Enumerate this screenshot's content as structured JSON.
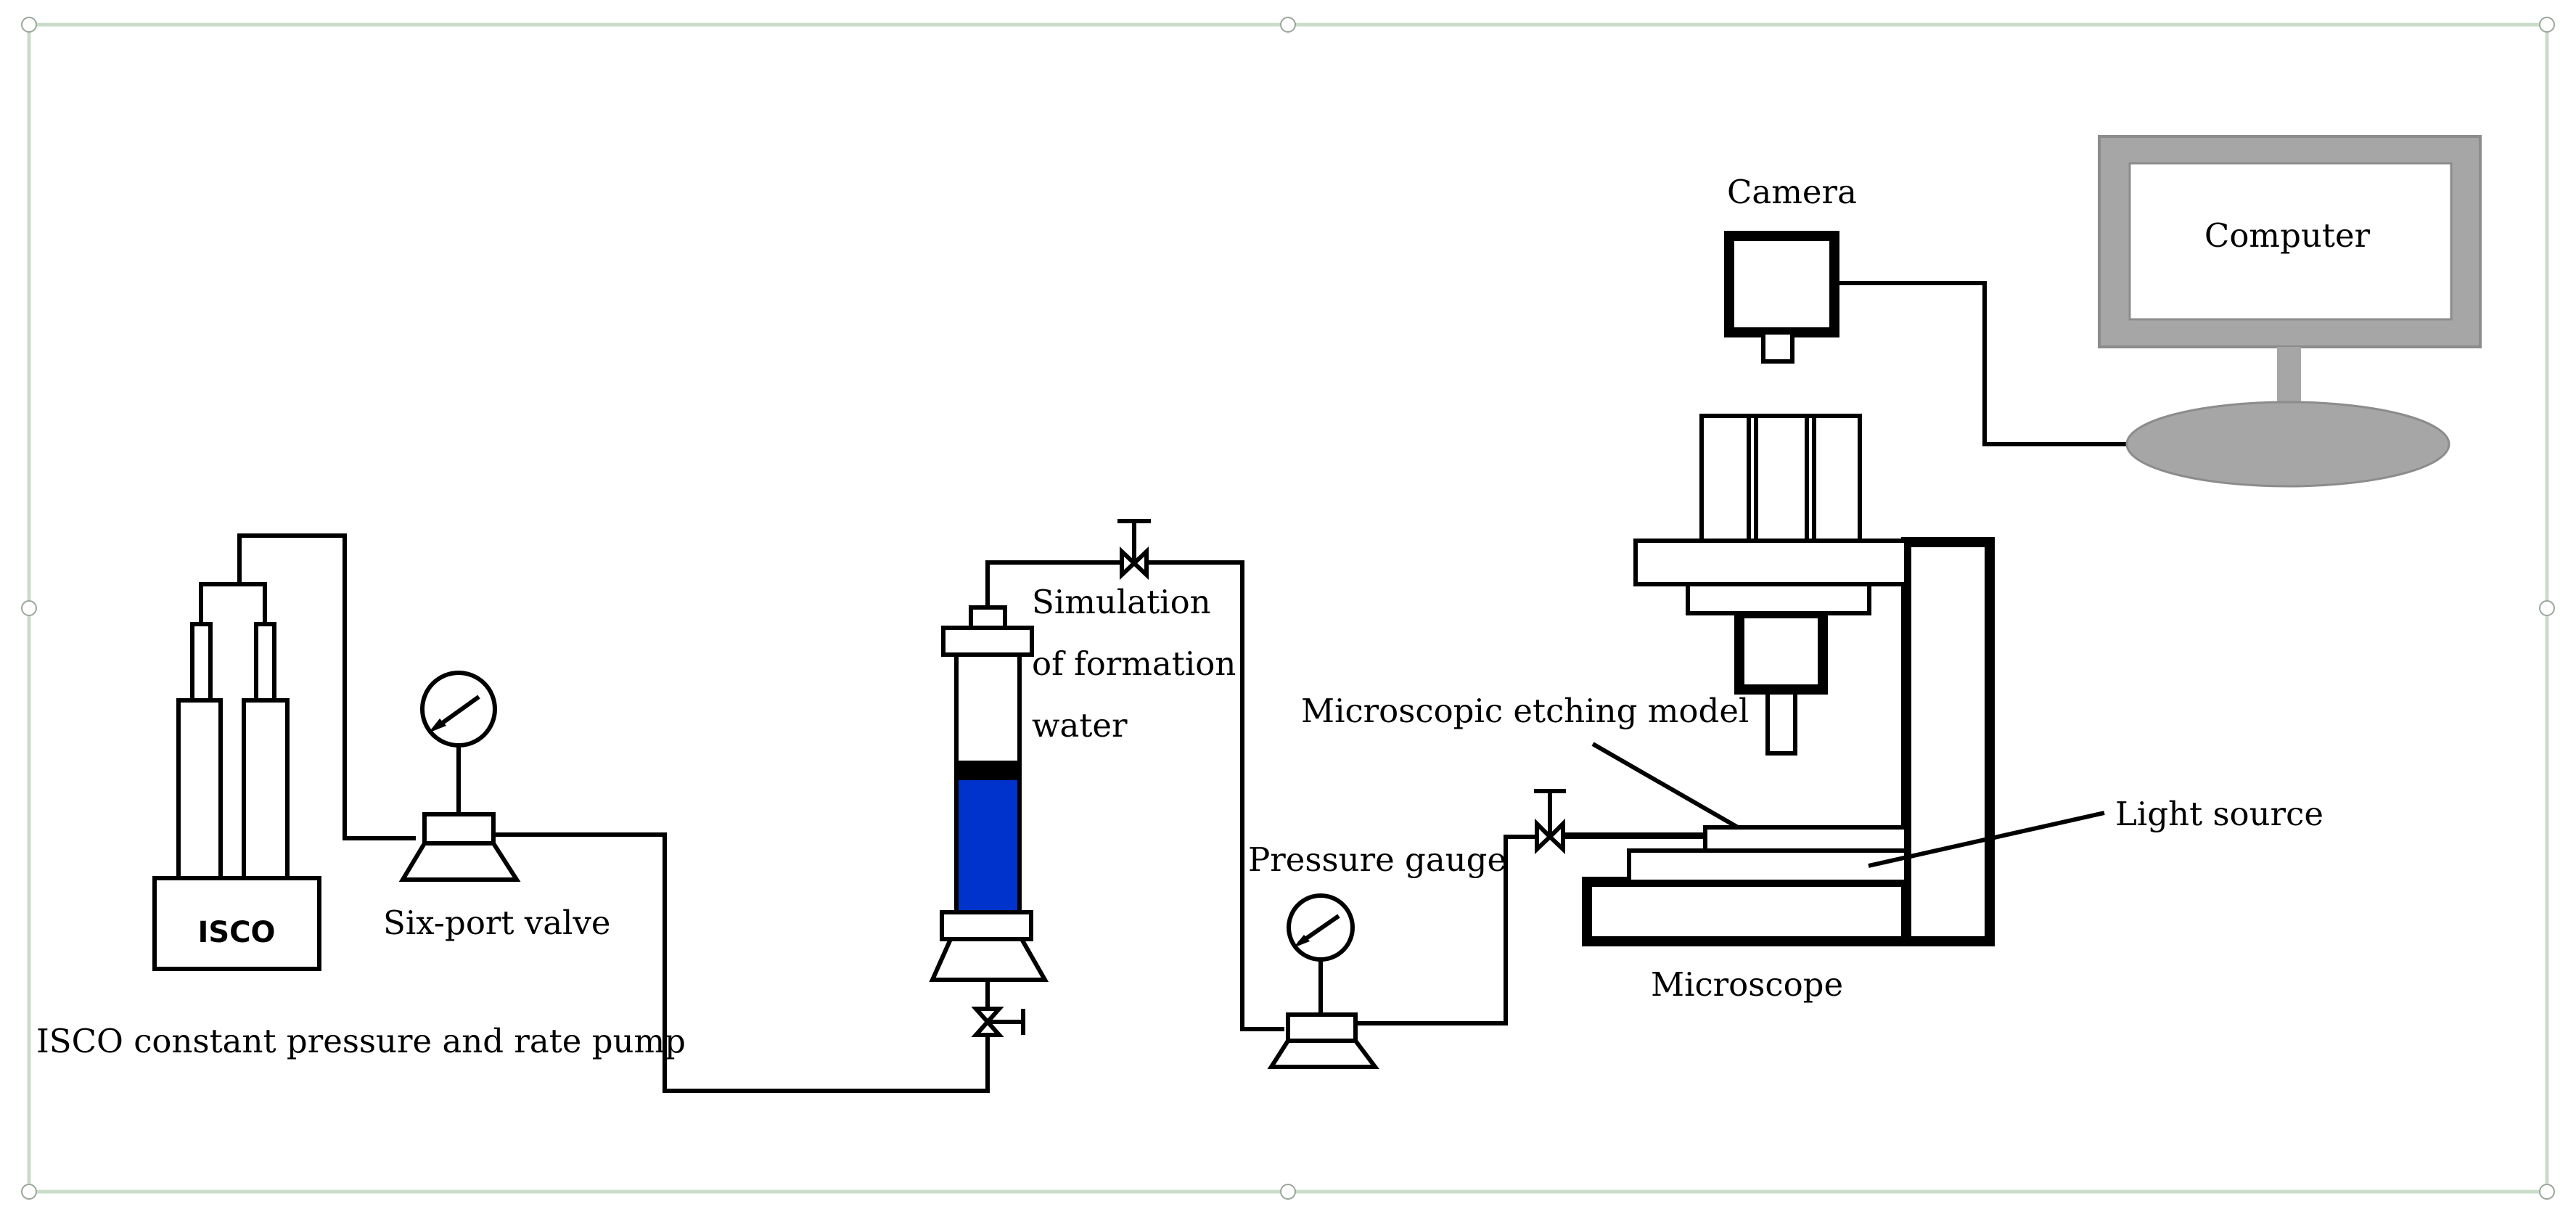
{
  "labels": {
    "isco_box": "ISCO",
    "isco_pump": "ISCO constant pressure and rate pump",
    "six_port_valve": "Six-port valve",
    "simulation_line1": "Simulation",
    "simulation_line2": "of  formation",
    "simulation_line3": "water",
    "pressure_gauge": "Pressure gauge",
    "microscopic_model": "Microscopic etching model",
    "light_source": "Light source",
    "microscope": "Microscope",
    "camera": "Camera",
    "computer": "Computer"
  },
  "colors": {
    "water": "#0033cc",
    "computer_gray": "#a6a6a6",
    "frame": "#c9dcc9"
  }
}
